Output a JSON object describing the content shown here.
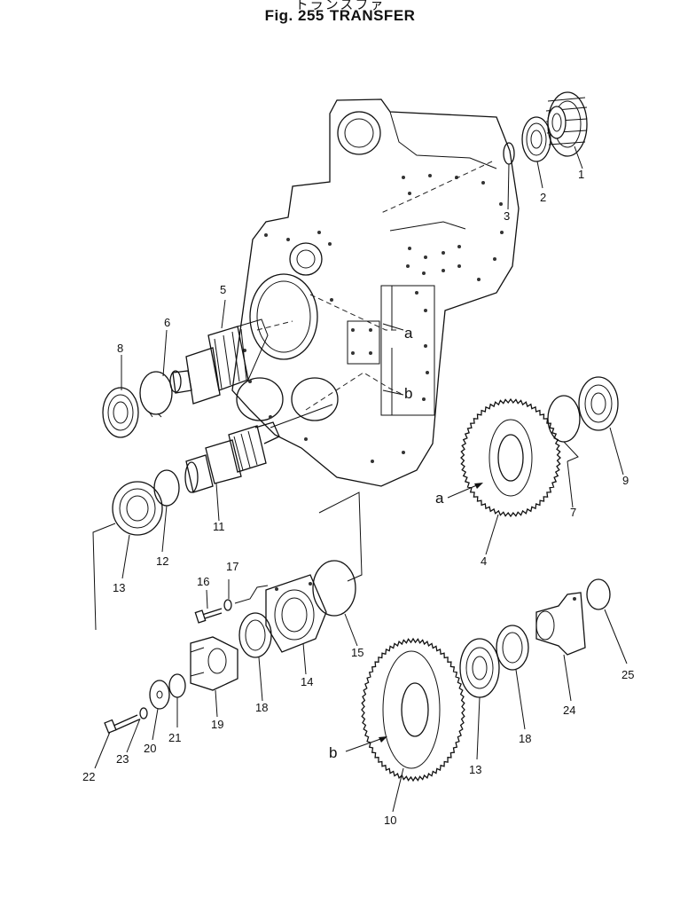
{
  "header": {
    "japanese_title": "トランスファ",
    "fig_label": "Fig. 255",
    "title": "TRANSFER"
  },
  "callouts": {
    "c1": "1",
    "c2": "2",
    "c3": "3",
    "c4": "4",
    "c5": "5",
    "c6": "6",
    "c7": "7",
    "c8": "8",
    "c9": "9",
    "c10": "10",
    "c11": "11",
    "c12": "12",
    "c13a": "13",
    "c13b": "13",
    "c14": "14",
    "c15": "15",
    "c16": "16",
    "c17": "17",
    "c18a": "18",
    "c18b": "18",
    "c19": "19",
    "c20": "20",
    "c21": "21",
    "c22": "22",
    "c23": "23",
    "c24": "24",
    "c25": "25"
  },
  "refs": {
    "a_housing": "a",
    "b_housing": "b",
    "a_gear": "a",
    "b_gear": "b"
  }
}
